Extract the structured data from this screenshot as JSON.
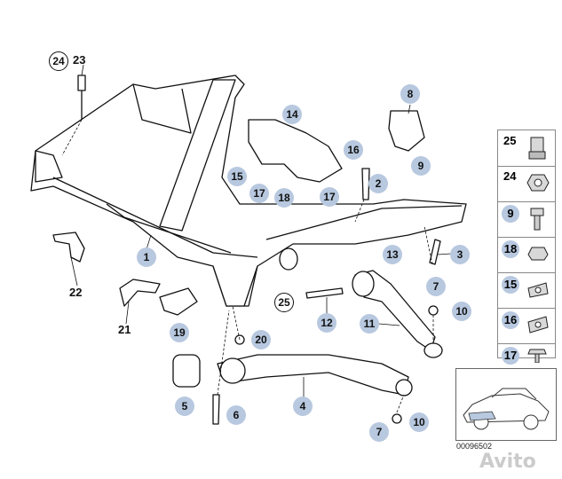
{
  "callouts": [
    {
      "id": "c24",
      "text": "24",
      "style": "ring"
    },
    {
      "id": "c23",
      "text": "23",
      "style": "plain"
    },
    {
      "id": "c8",
      "text": "8",
      "style": "bubble"
    },
    {
      "id": "c14",
      "text": "14",
      "style": "bubble"
    },
    {
      "id": "c16a",
      "text": "16",
      "style": "bubble"
    },
    {
      "id": "c9",
      "text": "9",
      "style": "bubble"
    },
    {
      "id": "c15",
      "text": "15",
      "style": "bubble"
    },
    {
      "id": "c17a",
      "text": "17",
      "style": "bubble"
    },
    {
      "id": "c18",
      "text": "18",
      "style": "bubble"
    },
    {
      "id": "c17b",
      "text": "17",
      "style": "bubble"
    },
    {
      "id": "c2",
      "text": "2",
      "style": "bubble"
    },
    {
      "id": "c1",
      "text": "1",
      "style": "bubble"
    },
    {
      "id": "c3",
      "text": "3",
      "style": "bubble"
    },
    {
      "id": "c13",
      "text": "13",
      "style": "bubble"
    },
    {
      "id": "c22",
      "text": "22",
      "style": "plain"
    },
    {
      "id": "c25",
      "text": "25",
      "style": "ring"
    },
    {
      "id": "c12",
      "text": "12",
      "style": "bubble"
    },
    {
      "id": "c7a",
      "text": "7",
      "style": "bubble"
    },
    {
      "id": "c10a",
      "text": "10",
      "style": "bubble"
    },
    {
      "id": "c11",
      "text": "11",
      "style": "bubble"
    },
    {
      "id": "c21",
      "text": "21",
      "style": "plain"
    },
    {
      "id": "c19",
      "text": "19",
      "style": "bubble"
    },
    {
      "id": "c20",
      "text": "20",
      "style": "bubble"
    },
    {
      "id": "c5",
      "text": "5",
      "style": "bubble"
    },
    {
      "id": "c6",
      "text": "6",
      "style": "bubble"
    },
    {
      "id": "c4",
      "text": "4",
      "style": "bubble"
    },
    {
      "id": "c10b",
      "text": "10",
      "style": "bubble"
    },
    {
      "id": "c7b",
      "text": "7",
      "style": "bubble"
    }
  ],
  "legend": [
    {
      "num": "25",
      "style": "plain"
    },
    {
      "num": "24",
      "style": "plain"
    },
    {
      "num": "9",
      "style": "bubble"
    },
    {
      "num": "18",
      "style": "bubble"
    },
    {
      "num": "15",
      "style": "bubble"
    },
    {
      "num": "16",
      "style": "bubble"
    },
    {
      "num": "17",
      "style": "bubble"
    }
  ],
  "diagram_code": "00096502",
  "watermark": "Avito",
  "colors": {
    "bubble": "#b7c8df",
    "line": "#111111"
  }
}
